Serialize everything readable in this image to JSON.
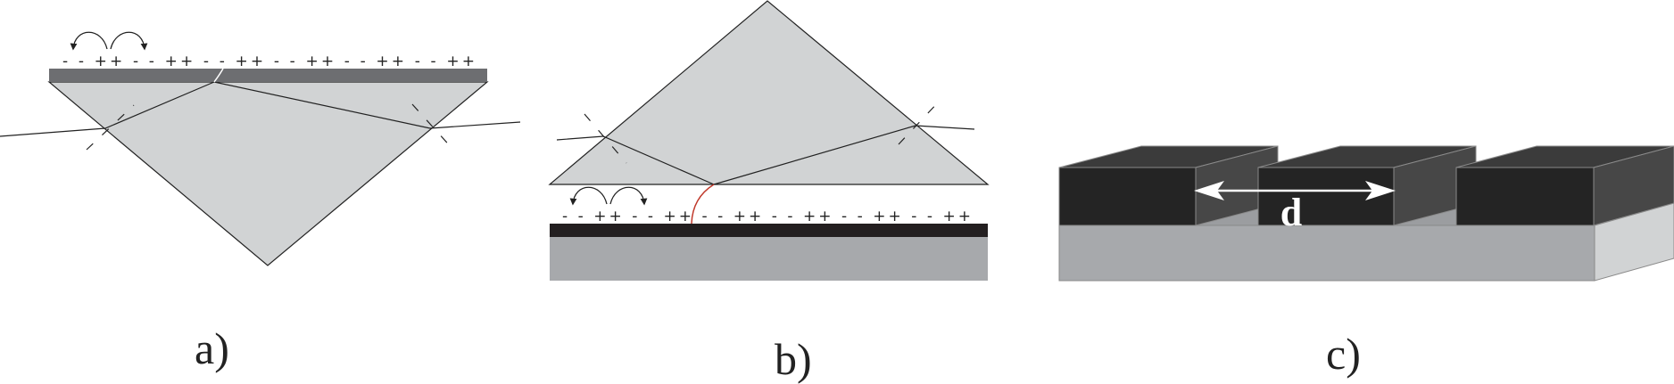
{
  "panels": {
    "a": {
      "label": "a)",
      "charges": "- - ++ - - ++ - - ++ - - ++ - - ++ - - ++"
    },
    "b": {
      "label": "b)",
      "charges": "- - ++ - - ++ - - ++ - - ++ - - ++ - - ++"
    },
    "c": {
      "label": "c)",
      "dimension_label": "d"
    }
  },
  "colors": {
    "prism_fill": "#d1d3d4",
    "metal_film": "#6d6e71",
    "dark_film": "#231f20",
    "substrate": "#a7a9ac",
    "block_front": "#242424",
    "block_top": "#3b3b3b",
    "block_side": "#474747",
    "surface_wave": "#c0392b"
  }
}
